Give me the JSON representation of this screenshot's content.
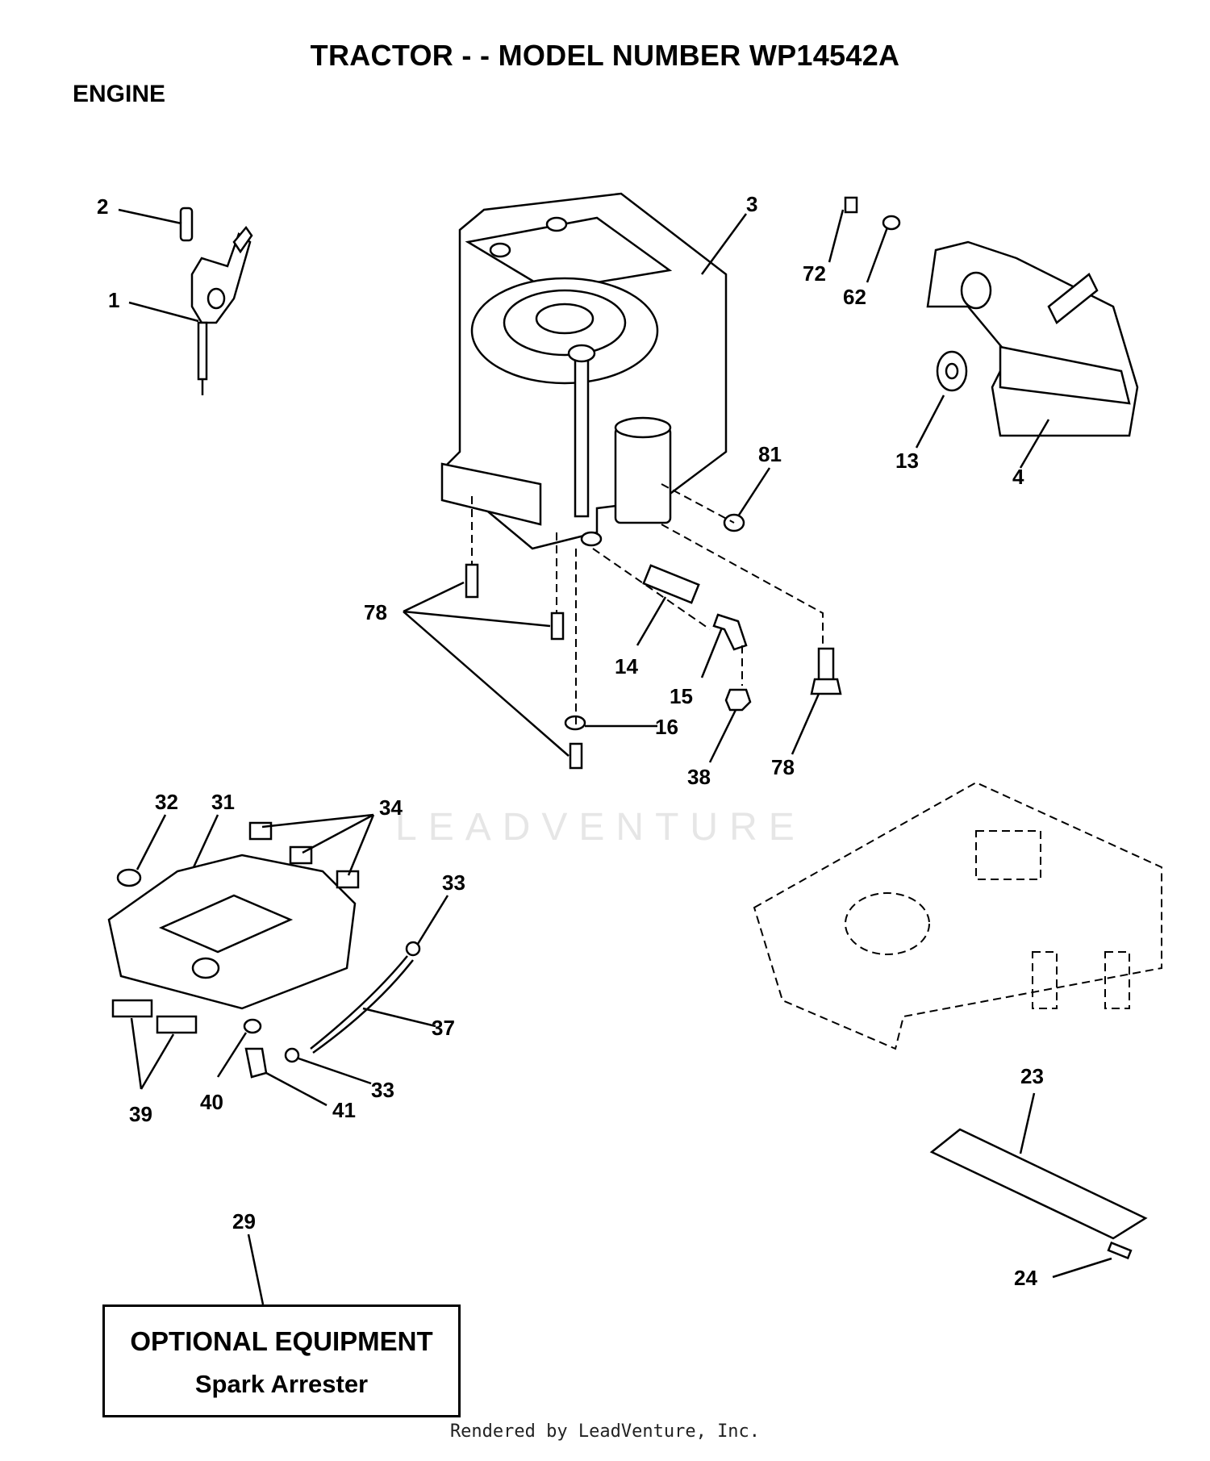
{
  "title": "TRACTOR - - MODEL NUMBER WP14542A",
  "section": "ENGINE",
  "optional": {
    "heading": "OPTIONAL EQUIPMENT",
    "item": "Spark Arrester"
  },
  "footer": "Rendered by LeadVenture, Inc.",
  "watermark": "LEADVENTURE",
  "callouts": [
    "2",
    "1",
    "3",
    "72",
    "62",
    "13",
    "4",
    "81",
    "78",
    "14",
    "15",
    "16",
    "38",
    "78",
    "32",
    "31",
    "34",
    "33",
    "37",
    "33",
    "41",
    "40",
    "39",
    "23",
    "24",
    "29"
  ]
}
